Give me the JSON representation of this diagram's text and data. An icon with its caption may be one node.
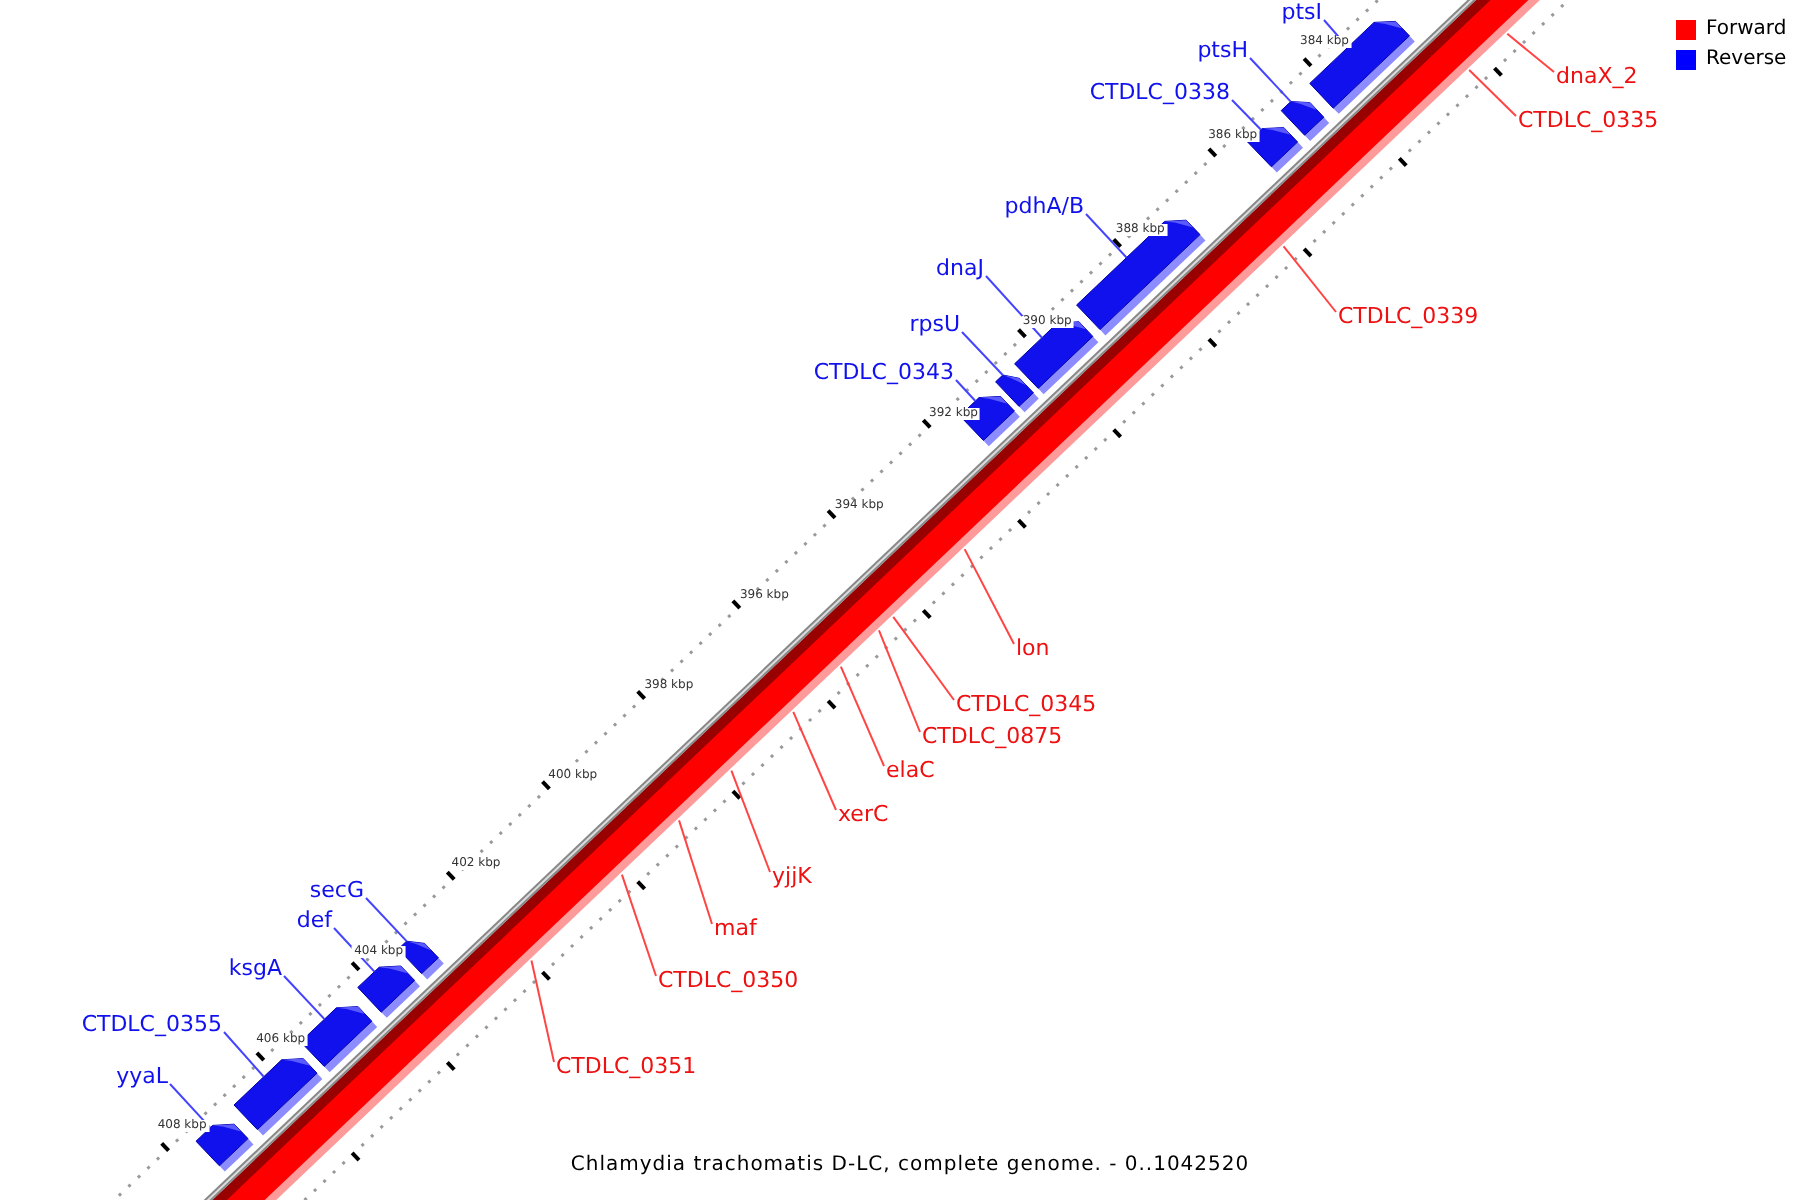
{
  "diagram": {
    "caption": "Chlamydia trachomatis D-LC, complete genome. - 0..1042520",
    "nodes": [
      {
        "text": [
          "ptsI"
        ]
      },
      {
        "text": [
          "ptsH"
        ]
      },
      {
        "text": [
          "CTDLC_0338"
        ]
      },
      {
        "text": [
          "pdhA/B"
        ]
      },
      {
        "text": [
          "dnaJ"
        ]
      },
      {
        "text": [
          "rpsU"
        ]
      },
      {
        "text": [
          "CTDLC_0343"
        ]
      },
      {
        "text": [
          "secG"
        ]
      },
      {
        "text": [
          "def"
        ]
      },
      {
        "text": [
          "ksgA"
        ]
      },
      {
        "text": [
          "CTDLC_0355"
        ]
      },
      {
        "text": [
          "yyaL"
        ]
      },
      {
        "text": [],
        "shape": "bar"
      },
      {
        "text": [],
        "shape": "bar"
      },
      {
        "text": [],
        "shape": "bar"
      },
      {
        "text": [],
        "shape": "bar"
      },
      {
        "text": [],
        "shape": "bar"
      },
      {
        "text": [],
        "shape": "bar"
      },
      {
        "text": [],
        "shape": "bar"
      },
      {
        "text": [],
        "shape": "bar"
      },
      {
        "text": [],
        "shape": "bar"
      },
      {
        "text": [],
        "shape": "bar"
      },
      {
        "text": [],
        "shape": "bar"
      },
      {
        "text": [],
        "shape": "bar"
      },
      {
        "text": [
          "dnaX_2"
        ]
      },
      {
        "text": [
          "CTDLC_0335"
        ]
      },
      {
        "text": [
          "CTDLC_0339"
        ]
      },
      {
        "text": [
          "lon"
        ]
      },
      {
        "text": [
          "CTDLC_0345"
        ]
      },
      {
        "text": [
          "CTDLC_0875"
        ]
      },
      {
        "text": [
          "elaC"
        ]
      },
      {
        "text": [
          "xerC"
        ]
      },
      {
        "text": [
          "yjjK"
        ]
      },
      {
        "text": [
          "maf"
        ]
      },
      {
        "text": [
          "CTDLC_0350"
        ]
      },
      {
        "text": [
          "CTDLC_0351"
        ]
      }
    ],
    "edges": [
      {
        "from": 0,
        "to": 12,
        "arrow": "none",
        "color": "#4444ff"
      },
      {
        "from": 1,
        "to": 13,
        "arrow": "none",
        "color": "#4444ff"
      },
      {
        "from": 2,
        "to": 14,
        "arrow": "none",
        "color": "#4444ff"
      },
      {
        "from": 3,
        "to": 15,
        "arrow": "none",
        "color": "#4444ff"
      },
      {
        "from": 4,
        "to": 16,
        "arrow": "none",
        "color": "#4444ff"
      },
      {
        "from": 5,
        "to": 17,
        "arrow": "none",
        "color": "#4444ff"
      },
      {
        "from": 6,
        "to": 18,
        "arrow": "none",
        "color": "#4444ff"
      },
      {
        "from": 7,
        "to": 19,
        "arrow": "none",
        "color": "#4444ff"
      },
      {
        "from": 8,
        "to": 20,
        "arrow": "none",
        "color": "#4444ff"
      },
      {
        "from": 9,
        "to": 21,
        "arrow": "none",
        "color": "#4444ff"
      },
      {
        "from": 10,
        "to": 22,
        "arrow": "none",
        "color": "#4444ff"
      },
      {
        "from": 11,
        "to": 23,
        "arrow": "none",
        "color": "#4444ff"
      },
      {
        "from": 24,
        "to": null,
        "arrow": "none",
        "color": "#ff4444"
      },
      {
        "from": 25,
        "to": null,
        "arrow": "none",
        "color": "#ff4444"
      },
      {
        "from": 26,
        "to": null,
        "arrow": "none",
        "color": "#ff4444"
      },
      {
        "from": 27,
        "to": null,
        "arrow": "none",
        "color": "#ff4444"
      },
      {
        "from": 28,
        "to": null,
        "arrow": "none",
        "color": "#ff4444"
      },
      {
        "from": 29,
        "to": null,
        "arrow": "none",
        "color": "#ff4444"
      },
      {
        "from": 30,
        "to": null,
        "arrow": "none",
        "color": "#ff4444"
      },
      {
        "from": 31,
        "to": null,
        "arrow": "none",
        "color": "#ff4444"
      },
      {
        "from": 32,
        "to": null,
        "arrow": "none",
        "color": "#ff4444"
      },
      {
        "from": 33,
        "to": null,
        "arrow": "none",
        "color": "#ff4444"
      },
      {
        "from": 34,
        "to": null,
        "arrow": "none",
        "color": "#ff4444"
      },
      {
        "from": 35,
        "to": null,
        "arrow": "none",
        "color": "#ff4444"
      }
    ],
    "labels": [
      "384 kbp",
      "386 kbp",
      "388 kbp",
      "390 kbp",
      "392 kbp",
      "394 kbp",
      "396 kbp",
      "398 kbp",
      "400 kbp",
      "402 kbp",
      "404 kbp",
      "406 kbp",
      "408 kbp"
    ],
    "legend": [
      {
        "text": "Forward",
        "color": "#ff0000"
      },
      {
        "text": "Reverse",
        "color": "#0000ff"
      }
    ]
  }
}
